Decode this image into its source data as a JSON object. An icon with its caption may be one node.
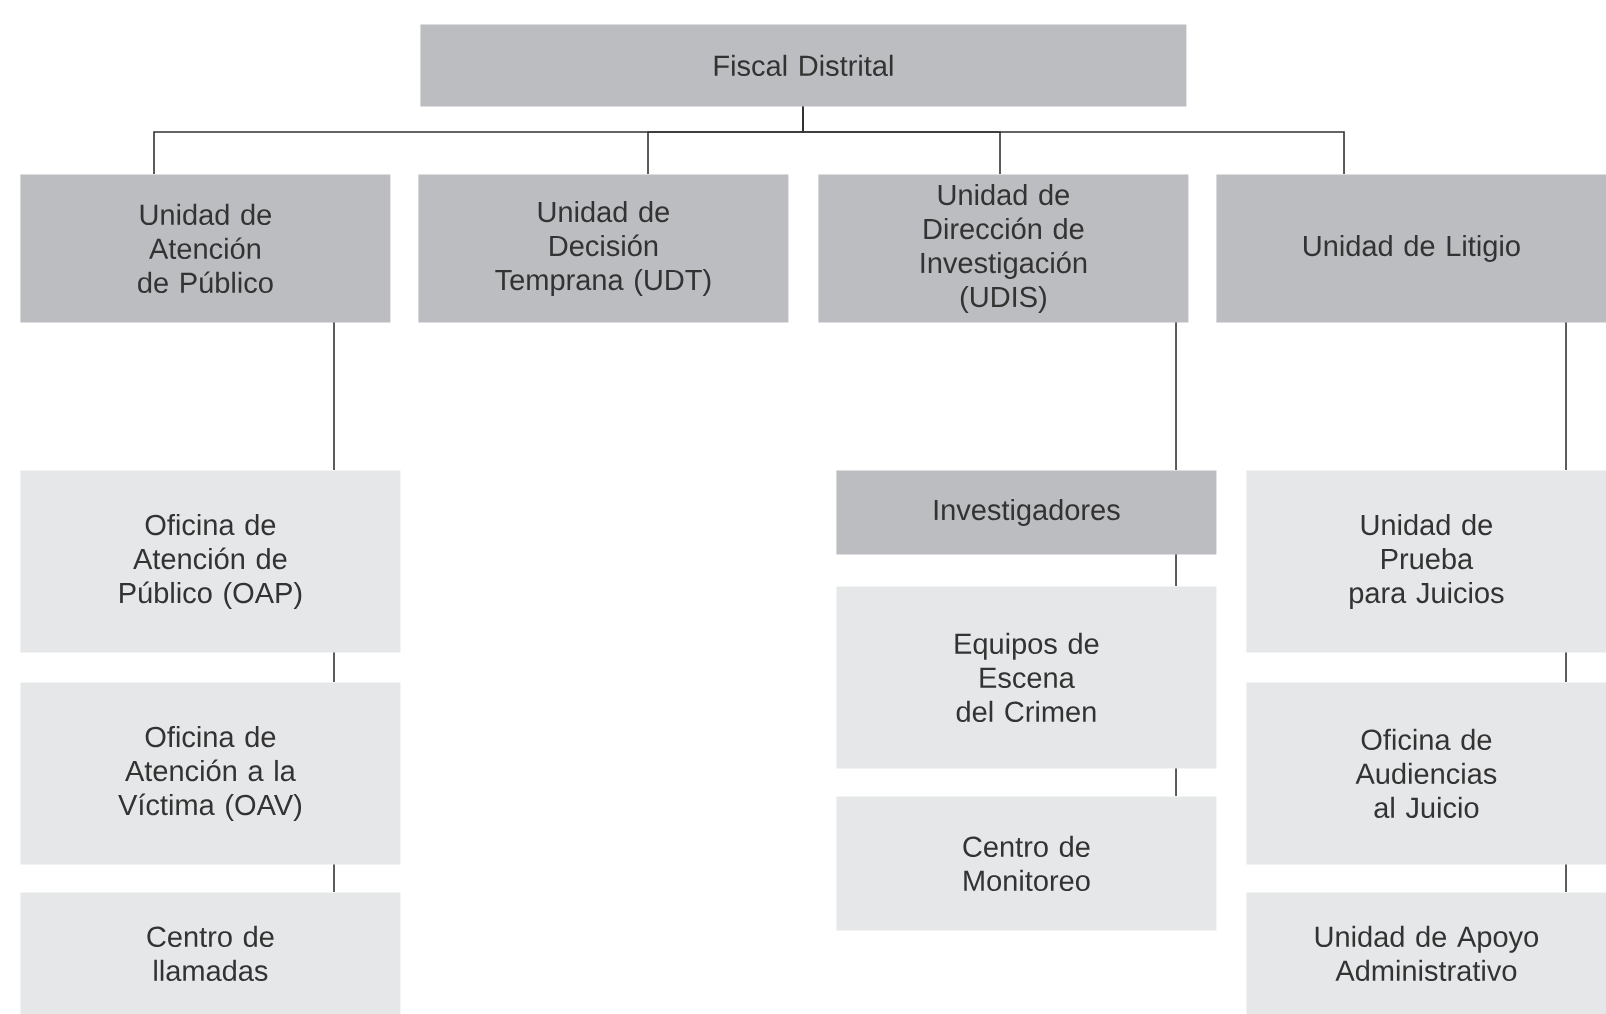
{
  "diagram": {
    "nodes": [
      {
        "text": [
          "Fiscal Distrital"
        ]
      },
      {
        "text": [
          "Unidad de Atención de Público"
        ]
      },
      {
        "text": [
          "Unidad de Decisión Temprana (UDT)"
        ]
      },
      {
        "text": [
          "Unidad de Dirección de Investigación (UDIS)"
        ]
      },
      {
        "text": [
          "Unidad de Litigio"
        ]
      },
      {
        "text": [
          "Oficina de Atención de Público (OAP)"
        ]
      },
      {
        "text": [
          "Oficina de Atención a la Víctima (OAV)"
        ]
      },
      {
        "text": [
          "Centro de llamadas"
        ]
      },
      {
        "text": [
          "Investigadores"
        ]
      },
      {
        "text": [
          "Equipos de Escena del Crimen"
        ]
      },
      {
        "text": [
          "Centro de Monitoreo"
        ]
      },
      {
        "text": [
          "Unidad de Prueba para Juicios"
        ]
      },
      {
        "text": [
          "Oficina de Audiencias al Juicio"
        ]
      },
      {
        "text": [
          "Unidad de Apoyo Administrativo"
        ]
      }
    ],
    "edges": [
      {
        "from": 0,
        "to": 1,
        "arrow": "none"
      },
      {
        "from": 0,
        "to": 2,
        "arrow": "none"
      },
      {
        "from": 0,
        "to": 3,
        "arrow": "none"
      },
      {
        "from": 0,
        "to": 4,
        "arrow": "none"
      },
      {
        "from": 1,
        "to": 5,
        "arrow": "none"
      },
      {
        "from": 5,
        "to": 6,
        "arrow": "none"
      },
      {
        "from": 6,
        "to": 7,
        "arrow": "none"
      },
      {
        "from": 3,
        "to": 8,
        "arrow": "none"
      },
      {
        "from": 8,
        "to": 9,
        "arrow": "none"
      },
      {
        "from": 9,
        "to": 10,
        "arrow": "none"
      },
      {
        "from": 4,
        "to": 11,
        "arrow": "none"
      },
      {
        "from": 11,
        "to": 12,
        "arrow": "none"
      },
      {
        "from": 12,
        "to": 13,
        "arrow": "none"
      }
    ]
  }
}
